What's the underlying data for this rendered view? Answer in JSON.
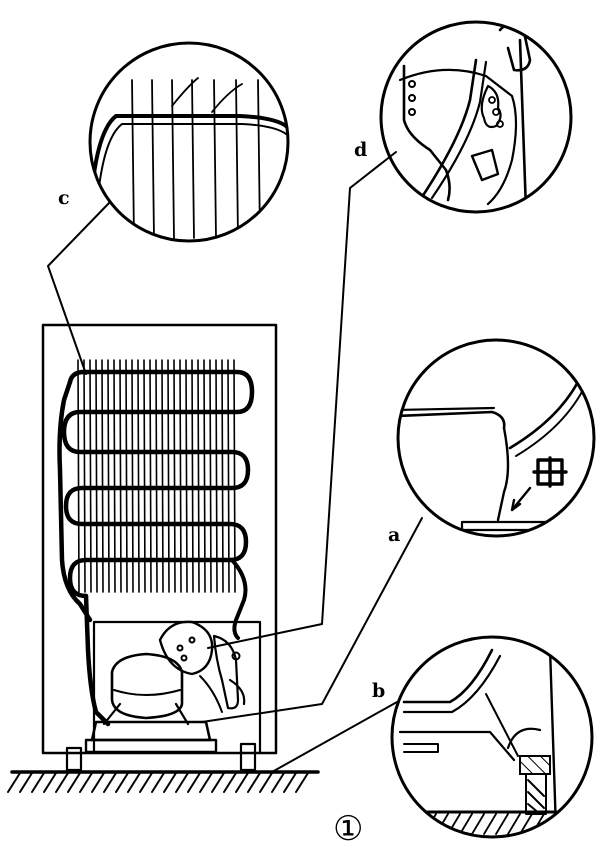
{
  "labels": {
    "a": "a",
    "b": "b",
    "c": "c",
    "d": "d"
  },
  "figure_number": "①",
  "colors": {
    "ink": "#000000",
    "paper": "#ffffff"
  }
}
